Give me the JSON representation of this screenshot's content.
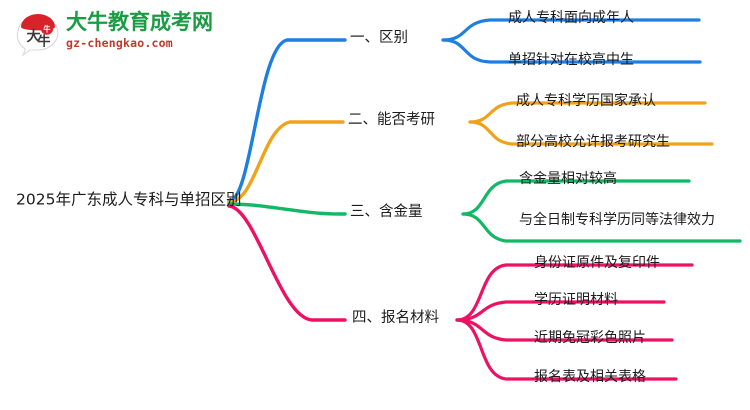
{
  "brand": {
    "logo_icon": "dainiu-cow-logo-icon",
    "name_cn": "大牛教育成考网",
    "url": "gz-chengkao.com",
    "name_color": "#1a9c43",
    "url_color": "#c0392b"
  },
  "mindmap": {
    "root": {
      "label": "2025年广东成人专科与单招区别"
    },
    "branches": [
      {
        "index": "一",
        "label": "一、区别",
        "color": "#1f7fe0",
        "children": [
          {
            "label": "成人专科面向成年人"
          },
          {
            "label": "单招针对在校高中生"
          }
        ]
      },
      {
        "index": "二",
        "label": "二、能否考研",
        "color": "#f0a21a",
        "children": [
          {
            "label": "成人专科学历国家承认"
          },
          {
            "label": "部分高校允许报考研究生"
          }
        ]
      },
      {
        "index": "三",
        "label": "三、含金量",
        "color": "#12b866",
        "children": [
          {
            "label": "含金量相对较高"
          },
          {
            "label": "与全日制专科学历同等法律效力"
          }
        ]
      },
      {
        "index": "四",
        "label": "四、报名材料",
        "color": "#ed1164",
        "children": [
          {
            "label": "身份证原件及复印件"
          },
          {
            "label": "学历证明材料"
          },
          {
            "label": "近期免冠彩色照片"
          },
          {
            "label": "报名表及相关表格"
          }
        ]
      }
    ]
  }
}
